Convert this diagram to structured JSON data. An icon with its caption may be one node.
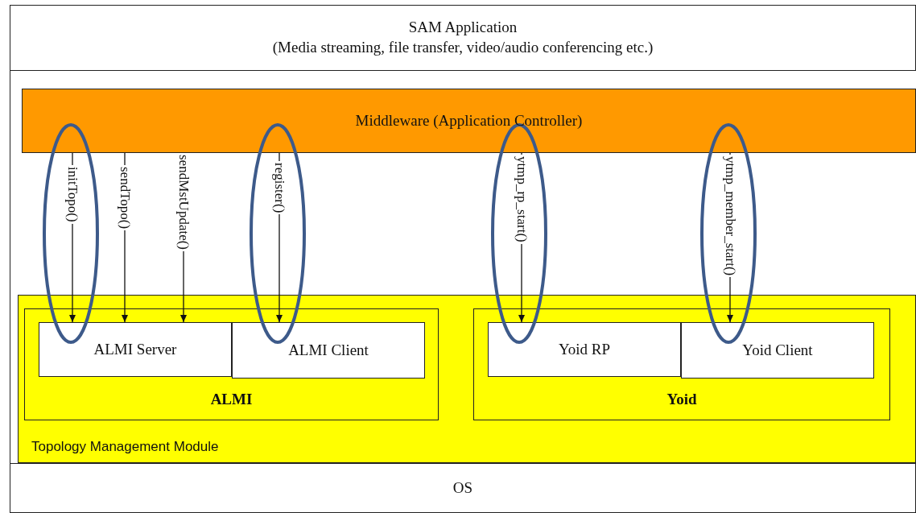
{
  "diagram": {
    "nodes": [
      {
        "text": [
          "SAM Application",
          "(Media streaming, file transfer, video/audio conferencing etc.)"
        ]
      },
      {
        "text": [
          "Middleware (Application Controller)"
        ]
      },
      {
        "text": [
          "Topology Management Module"
        ]
      },
      {
        "text": [
          "ALMI"
        ],
        "in": 2
      },
      {
        "text": [
          "ALMI Server"
        ],
        "in": 3
      },
      {
        "text": [
          "ALMI Client"
        ],
        "in": 3
      },
      {
        "text": [
          "Yoid"
        ],
        "in": 2
      },
      {
        "text": [
          "Yoid RP"
        ],
        "in": 6
      },
      {
        "text": [
          "Yoid Client"
        ],
        "in": 6
      },
      {
        "text": [
          "OS"
        ]
      }
    ],
    "edges": [
      {
        "from": 1,
        "to": 4,
        "arrow": "to",
        "label": "initTopo()"
      },
      {
        "from": 1,
        "to": 4,
        "arrow": "to",
        "label": "sendTopo()"
      },
      {
        "from": 1,
        "to": 4,
        "arrow": "to",
        "label": "sendMstUpdate()"
      },
      {
        "from": 1,
        "to": 5,
        "arrow": "to",
        "label": "register()"
      },
      {
        "from": 1,
        "to": 7,
        "arrow": "to",
        "label": "ytmp_rp_start()"
      },
      {
        "from": 1,
        "to": 8,
        "arrow": "to",
        "label": "ytmp_member_start()"
      }
    ]
  }
}
